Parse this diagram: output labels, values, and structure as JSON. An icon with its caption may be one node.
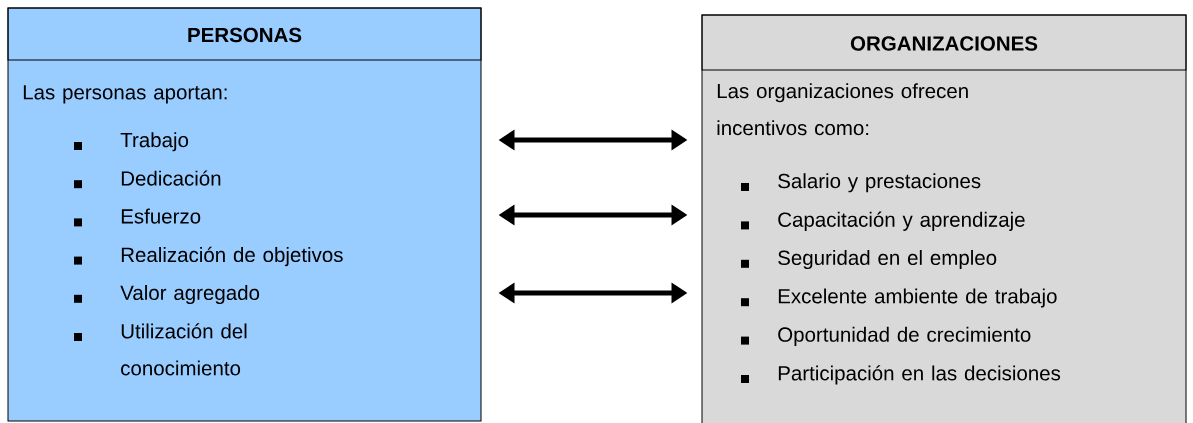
{
  "diagram": {
    "nodes": [
      {
        "text": [
          "PERSONAS",
          "Las personas aportan:",
          "Trabajo",
          "Dedicación",
          "Esfuerzo",
          "Realización de objetivos",
          "Valor agregado",
          "Utilización del conocimiento"
        ]
      },
      {
        "text": [
          "ORGANIZACIONES",
          "Las organizaciones ofrecen incentivos como:",
          "Salario y prestaciones",
          "Capacitación y aprendizaje",
          "Seguridad en el empleo",
          "Excelente ambiente de trabajo",
          "Oportunidad de crecimiento",
          "Participación en las decisiones"
        ]
      }
    ],
    "edges": [
      {
        "from": 0,
        "to": 1,
        "arrow": "both"
      },
      {
        "from": 0,
        "to": 1,
        "arrow": "both"
      },
      {
        "from": 0,
        "to": 1,
        "arrow": "both"
      }
    ]
  }
}
